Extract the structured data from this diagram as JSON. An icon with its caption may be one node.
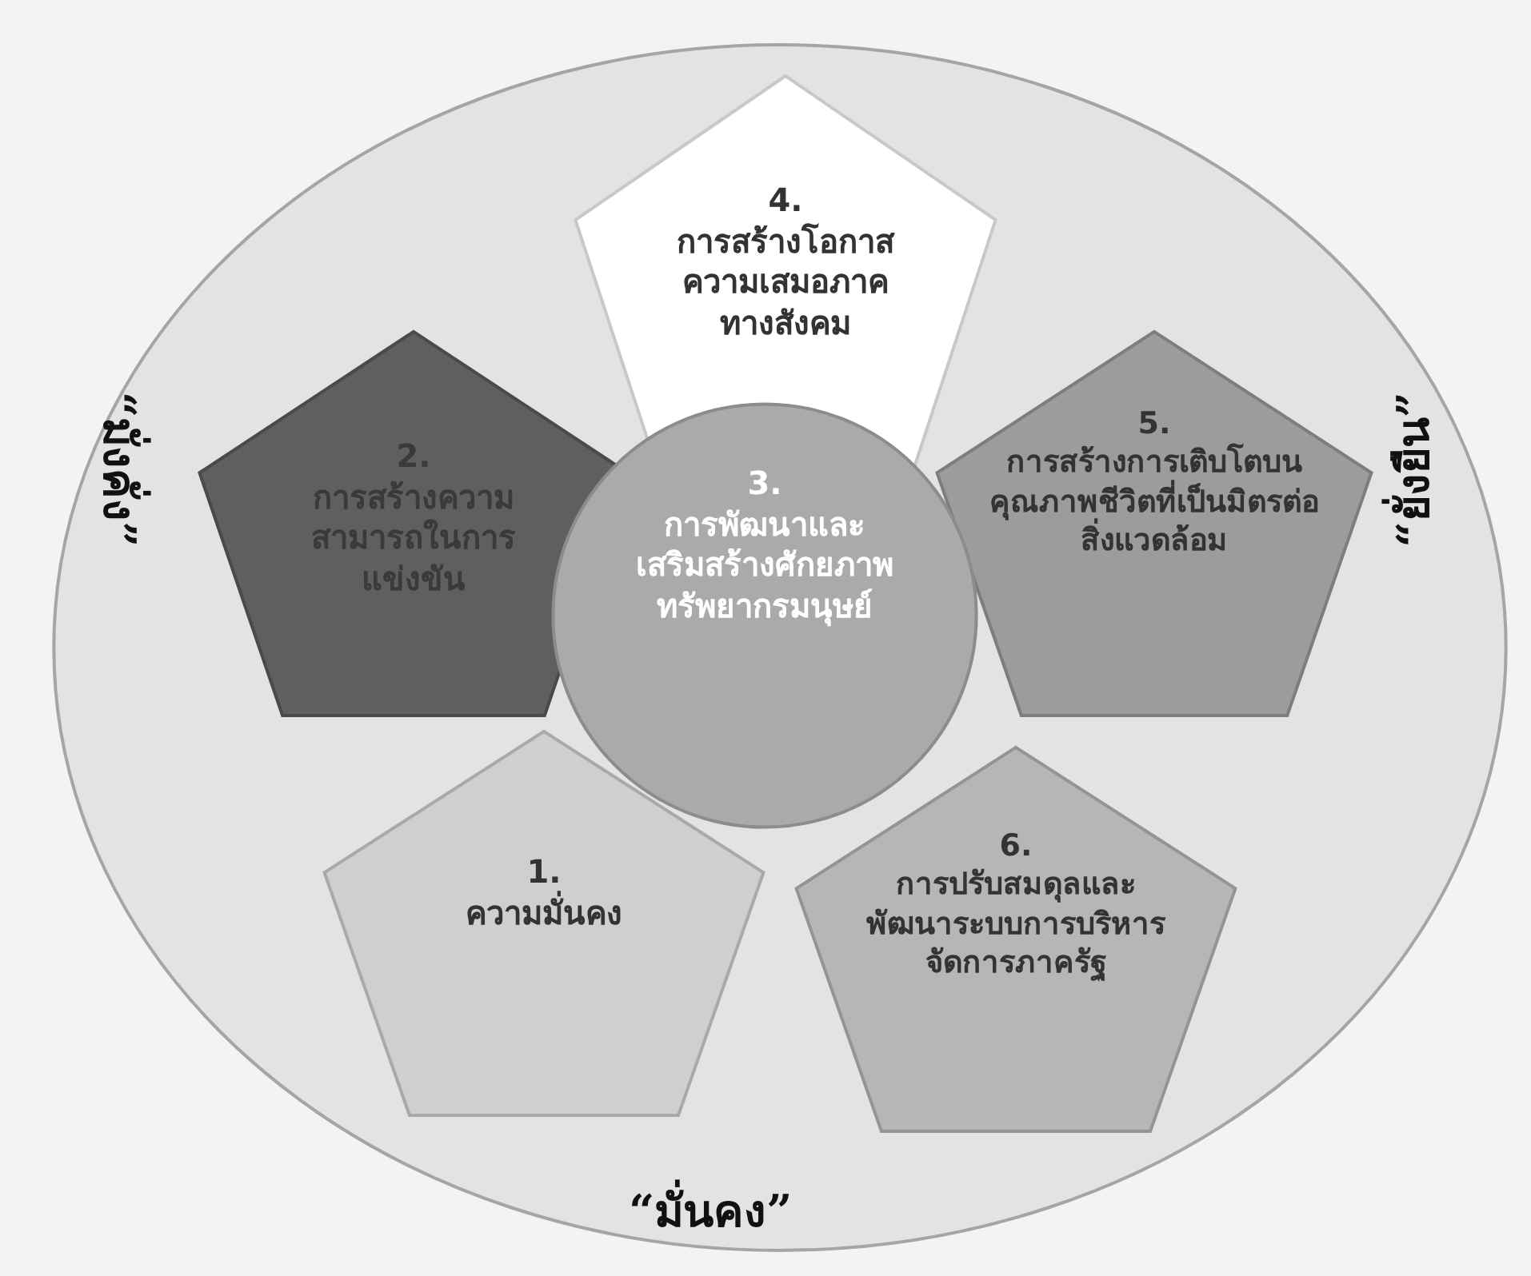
{
  "diagram": {
    "nodes": [
      {
        "text": [],
        "shape": "ellipse"
      },
      {
        "text": [
          "4.",
          "การสร้างโอกาสความเสมอภาคทางสังคม"
        ],
        "in": 0
      },
      {
        "text": [
          "2.",
          "การสร้างความสามารถในการแข่งขัน"
        ],
        "in": 0
      },
      {
        "text": [
          "5.",
          "การสร้างการเติบโตบนคุณภาพชีวิตที่เป็นมิตรต่อสิ่งแวดล้อม"
        ],
        "in": 0
      },
      {
        "text": [
          "3.",
          "การพัฒนาและเสริมสร้างศักยภาพทรัพยากรมนุษย์"
        ],
        "in": 0
      },
      {
        "text": [
          "1.",
          "ความมั่นคง"
        ],
        "in": 0
      },
      {
        "text": [
          "6.",
          "การปรับสมดุลและพัฒนาระบบการบริหารจัดการภาครัฐ"
        ],
        "in": 0
      }
    ],
    "edges": [],
    "labels": [
      "“มั่งคั่ง”",
      "“ยั่งยืน”",
      "“มั่นคง”"
    ]
  }
}
